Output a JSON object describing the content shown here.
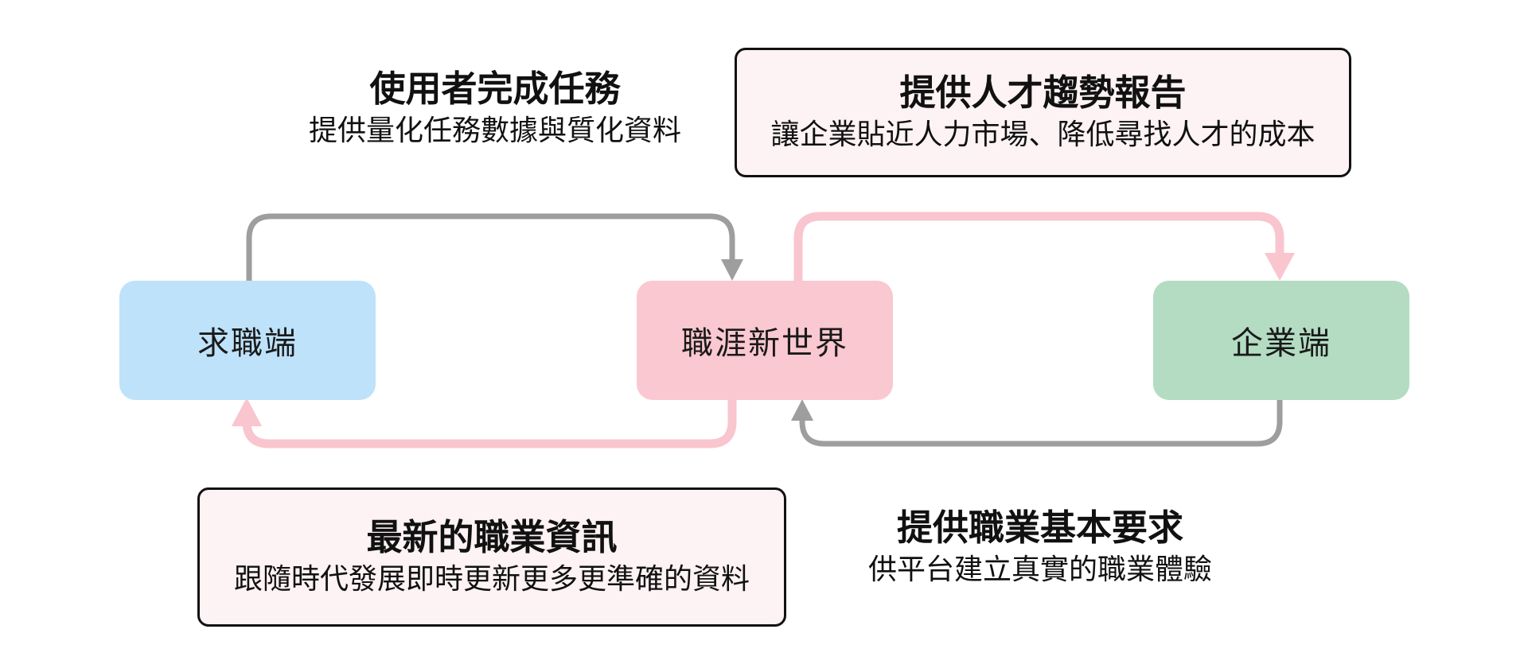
{
  "diagram": {
    "nodes": [
      {
        "id": "jobseeker",
        "label": "求職端"
      },
      {
        "id": "platform",
        "label": "職涯新世界"
      },
      {
        "id": "enterprise",
        "label": "企業端"
      }
    ],
    "annotations": [
      {
        "id": "top-left",
        "boxed": false,
        "title": "使用者完成任務",
        "subtitle": "提供量化任務數據與質化資料"
      },
      {
        "id": "top-right",
        "boxed": true,
        "title": "提供人才趨勢報告",
        "subtitle": "讓企業貼近人力市場、降低尋找人才的成本"
      },
      {
        "id": "bottom-left",
        "boxed": true,
        "title": "最新的職業資訊",
        "subtitle": "跟隨時代發展即時更新更多更準確的資料"
      },
      {
        "id": "bottom-right",
        "boxed": false,
        "title": "提供職業基本要求",
        "subtitle": "供平台建立真實的職業體驗"
      }
    ],
    "arrows": [
      {
        "id": "jobseeker-to-platform",
        "from": "求職端",
        "to": "職涯新世界",
        "color": "#9e9e9e"
      },
      {
        "id": "platform-to-jobseeker",
        "from": "職涯新世界",
        "to": "求職端",
        "color": "#f9c5ce"
      },
      {
        "id": "platform-to-enterprise",
        "from": "職涯新世界",
        "to": "企業端",
        "color": "#f9c5ce"
      },
      {
        "id": "enterprise-to-platform",
        "from": "企業端",
        "to": "職涯新世界",
        "color": "#9e9e9e"
      }
    ]
  },
  "colors": {
    "background": "#ffffff",
    "text": "#1a1a1a",
    "node-blue": "#bee2fa",
    "node-pink": "#fac8d0",
    "node-green": "#b3dcc3",
    "arrow-pink": "#f9c5ce",
    "arrow-gray": "#9e9e9e",
    "annotation-bg": "#fdf2f4",
    "annotation-border": "#111111"
  }
}
